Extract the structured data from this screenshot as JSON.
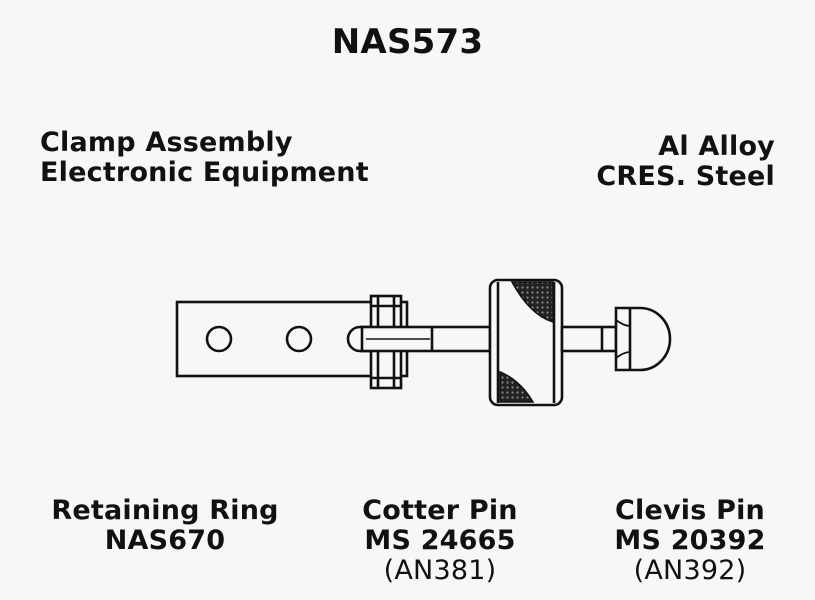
{
  "title": "NAS573",
  "description": {
    "name_line1": "Clamp Assembly",
    "name_line2": "Electronic Equipment",
    "material_line1": "Al Alloy",
    "material_line2": "CRES. Steel"
  },
  "captions": {
    "retaining_ring": {
      "name": "Retaining Ring",
      "part": "NAS670"
    },
    "cotter_pin": {
      "name": "Cotter Pin",
      "part": "MS 24665",
      "alt": "(AN381)"
    },
    "clevis_pin": {
      "name": "Clevis Pin",
      "part": "MS 20392",
      "alt": "(AN392)"
    }
  }
}
